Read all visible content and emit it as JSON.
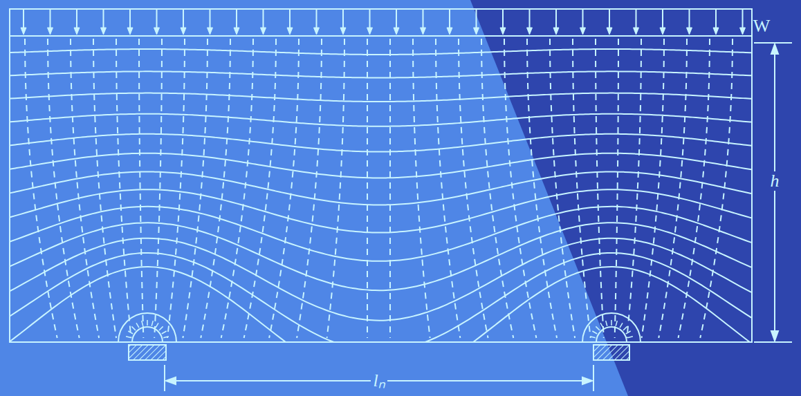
{
  "diagram": {
    "labels": [
      "W",
      "h",
      "lₙ"
    ]
  }
}
